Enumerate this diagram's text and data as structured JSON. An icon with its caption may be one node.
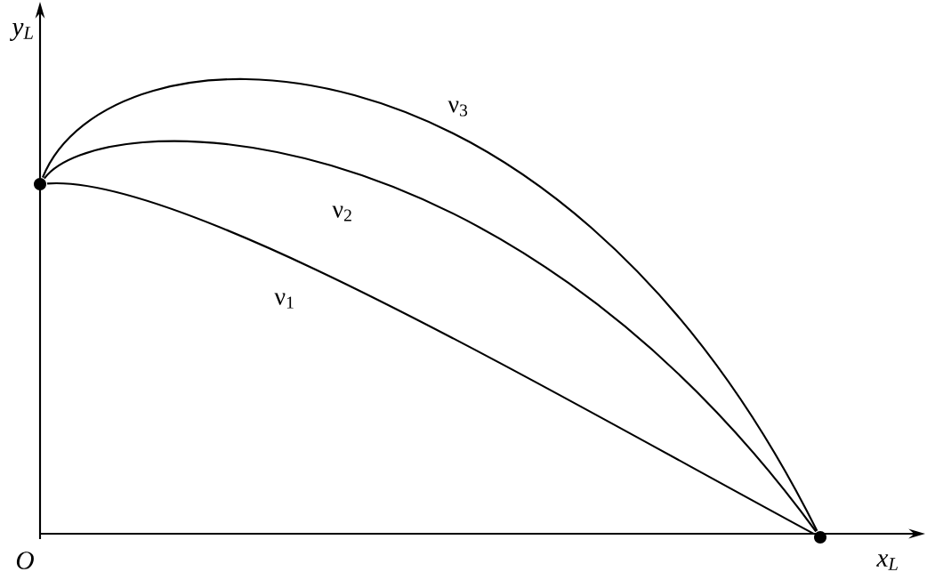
{
  "diagram": {
    "nodes": [
      {
        "text": [],
        "shape": "circle"
      },
      {
        "text": [],
        "shape": "circle"
      }
    ],
    "edges": [
      {
        "from": 0,
        "to": 1,
        "arrow": "none",
        "label": "ν$_{1}$"
      },
      {
        "from": 0,
        "to": 1,
        "arrow": "none",
        "label": "ν$_{2}$"
      },
      {
        "from": 0,
        "to": 1,
        "arrow": "none",
        "label": "ν$_{3}$"
      }
    ],
    "labels": [
      "y$_{L}$",
      "O",
      "x$_{L}$"
    ]
  }
}
